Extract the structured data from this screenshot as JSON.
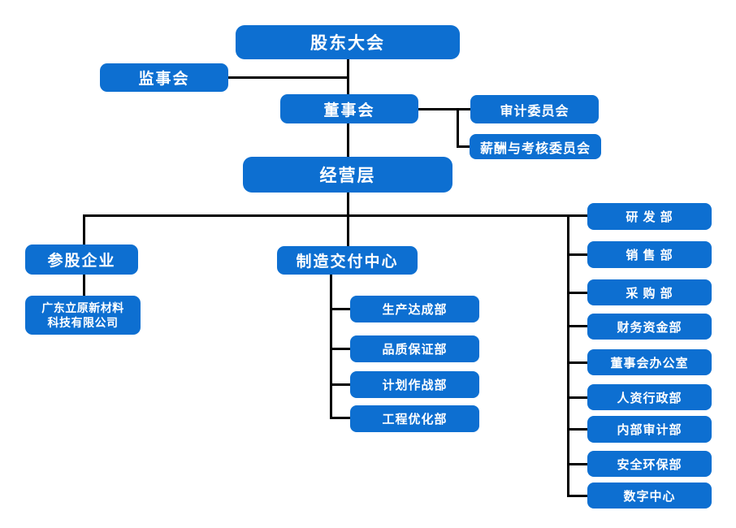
{
  "diagram": {
    "type": "org-chart",
    "nodes": {
      "shareholders_meeting": "股东大会",
      "supervisory_board": "监事会",
      "board_of_directors": "董事会",
      "audit_committee": "审计委员会",
      "compensation_assessment_committee": "薪酬与考核委员会",
      "management_level": "经营层",
      "equity_enterprises": "参股企业",
      "equity_company_line1": "广东立原新材料",
      "equity_company_line2": "科技有限公司",
      "manufacturing_delivery_center": "制造交付中心",
      "production_achievement_dept": "生产达成部",
      "quality_assurance_dept": "品质保证部",
      "planning_operations_dept": "计划作战部",
      "engineering_optimization_dept": "工程优化部",
      "rnd_dept": "研 发 部",
      "sales_dept": "销 售 部",
      "procurement_dept": "采 购 部",
      "finance_treasury_dept": "财务资金部",
      "board_office": "董事会办公室",
      "hr_admin_dept": "人资行政部",
      "internal_audit_dept": "内部审计部",
      "safety_environment_dept": "安全环保部",
      "digital_center": "数字中心"
    },
    "hierarchy": {
      "root": "股东大会",
      "children_of_root": [
        "监事会",
        "董事会"
      ],
      "children_of_board": [
        "审计委员会",
        "薪酬与考核委员会",
        "经营层"
      ],
      "children_of_management": [
        "参股企业",
        "制造交付中心",
        "研 发 部",
        "销 售 部",
        "采 购 部",
        "财务资金部",
        "董事会办公室",
        "人资行政部",
        "内部审计部",
        "安全环保部",
        "数字中心"
      ],
      "children_of_equity": [
        "广东立原新材料科技有限公司"
      ],
      "children_of_manufacturing": [
        "生产达成部",
        "品质保证部",
        "计划作战部",
        "工程优化部"
      ]
    },
    "colors": {
      "box_fill": "#0d6fd1",
      "box_text": "#ffffff",
      "connector": "#000000",
      "background": "#ffffff"
    }
  }
}
